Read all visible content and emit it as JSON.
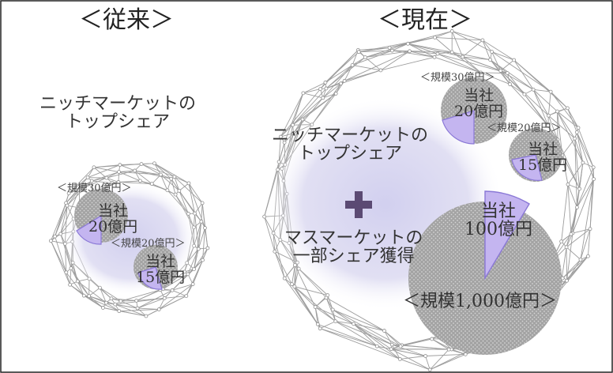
{
  "headings": {
    "past": "＜従来＞",
    "present": "＜現在＞"
  },
  "past": {
    "niche": "ニッチマーケットの\nトップシェア",
    "market1": {
      "scale": "＜規模30億円＞",
      "share": "当社\n20億円"
    },
    "market2": {
      "scale": "＜規模20億円＞",
      "share": "当社\n15億円"
    }
  },
  "present": {
    "niche": "ニッチマーケットの\nトップシェア",
    "mass": "マスマーケットの\n一部シェア獲得",
    "market1": {
      "scale": "＜規模30億円＞",
      "share": "当社\n20億円"
    },
    "market2": {
      "scale": "＜規模20億円＞",
      "share": "当社\n15億円"
    },
    "market3": {
      "scale": "＜規模1,000億円＞",
      "share": "当社\n100億円"
    }
  },
  "colors": {
    "share": "#c4b5f0",
    "share_stroke": "#8a78d6",
    "market": "#9a9a9a",
    "halo": "#d8d7ee",
    "plus": "#5b4a73",
    "network": "#9d9d9d"
  },
  "icons": {
    "plus": "plus-icon"
  }
}
